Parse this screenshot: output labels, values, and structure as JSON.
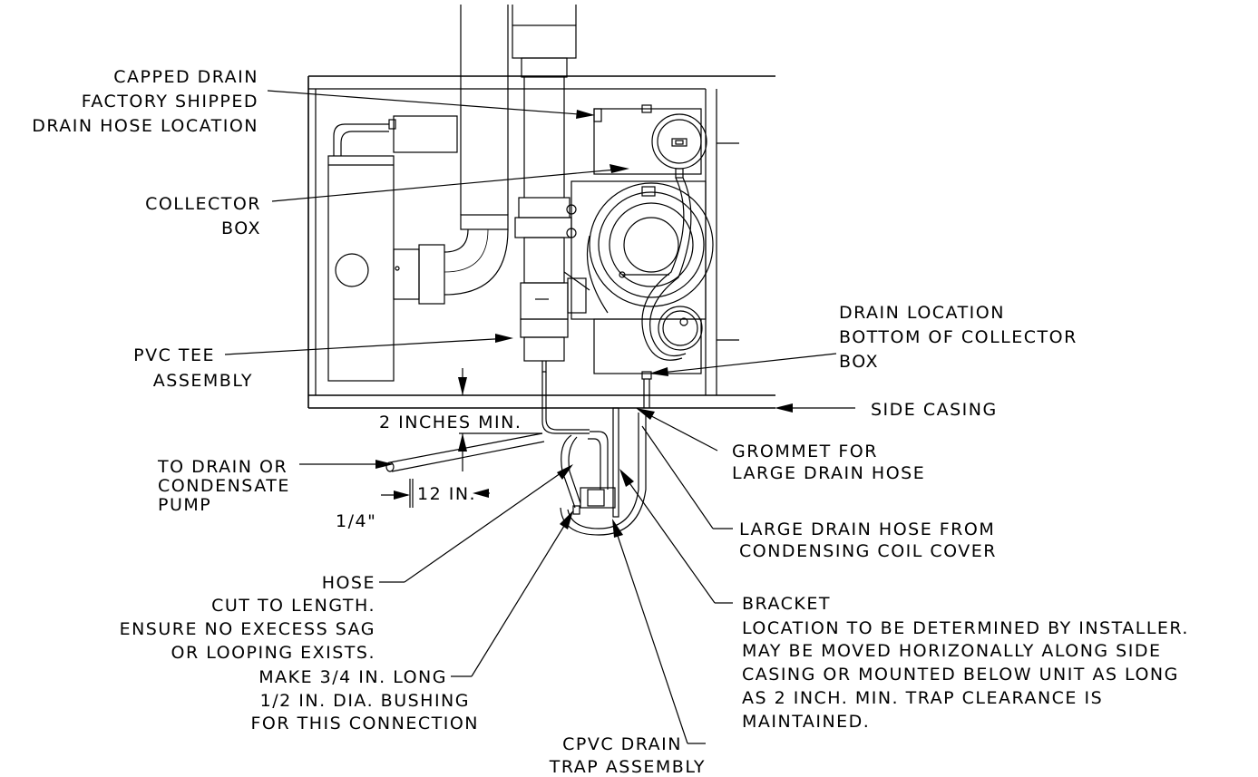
{
  "labels": {
    "capped_drain": [
      "CAPPED DRAIN",
      "FACTORY SHIPPED",
      "DRAIN HOSE LOCATION"
    ],
    "collector_box": [
      "COLLECTOR",
      "BOX"
    ],
    "pvc_tee": [
      "PVC TEE",
      "ASSEMBLY"
    ],
    "drain_location": [
      "DRAIN LOCATION",
      "BOTTOM OF COLLECTOR",
      "BOX"
    ],
    "side_casing": "SIDE CASING",
    "two_inches_min": "2 INCHES MIN.",
    "to_drain": [
      "TO DRAIN OR",
      "CONDENSATE",
      "PUMP"
    ],
    "twelve_in": "12 IN.",
    "quarter": "1/4\"",
    "grommet": [
      "GROMMET FOR",
      "LARGE DRAIN HOSE"
    ],
    "large_drain_hose": [
      "LARGE DRAIN HOSE FROM",
      "CONDENSING COIL COVER"
    ],
    "hose": [
      "HOSE",
      "CUT TO LENGTH.",
      "ENSURE NO EXECESS SAG",
      "OR LOOPING EXISTS."
    ],
    "bracket": [
      "BRACKET",
      "LOCATION TO BE DETERMINED BY INSTALLER.",
      "MAY BE MOVED HORIZONALLY ALONG SIDE",
      "CASING OR MOUNTED BELOW UNIT AS LONG",
      "AS 2 INCH. MIN. TRAP CLEARANCE IS",
      "MAINTAINED."
    ],
    "bushing": [
      "MAKE 3/4 IN. LONG",
      "1/2 IN. DIA. BUSHING",
      "FOR THIS CONNECTION"
    ],
    "cpvc": [
      "CPVC DRAIN",
      "TRAP ASSEMBLY"
    ]
  }
}
